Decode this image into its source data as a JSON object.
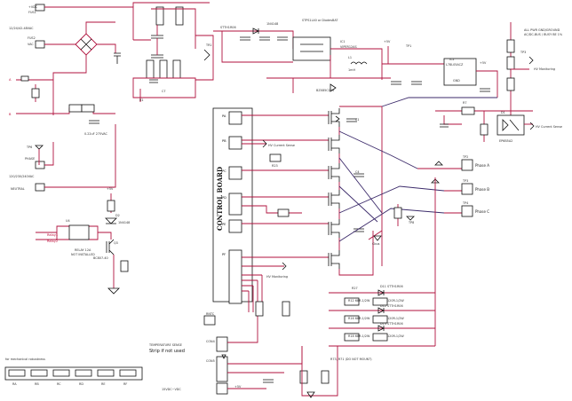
{
  "power_in": {
    "vdd_top": "+VDC",
    "fuse_top": "FUS1",
    "vac_label": "12/24/42-48VAC",
    "vac_fuse": "FUS2",
    "vac_node": "VAC",
    "vac_low_label": "120/230/240VAC",
    "neutral": "NEUTRAL",
    "phase": "PHASE",
    "tp": "TP6"
  },
  "rail_labels": [
    "+5V",
    "+5V",
    "+5V",
    "+5V"
  ],
  "regulators": {
    "ic1": "IC1",
    "ic1_part": "VIPER12AS",
    "ic2": "IC2",
    "ic2_part": "L78L05ACZ",
    "l1": "L1",
    "l1_val": "1mH",
    "tr1": "TR1",
    "gnd": "GND",
    "d_top": "1N4148",
    "vreg_notes": "STPS1L40 or DiodesBAT",
    "stth": "STTH1R06",
    "d_out": "BZX85C15V"
  },
  "control_board": {
    "title": "CONTROL BOARD",
    "pins": [
      "PA",
      "PB",
      "PC",
      "PD",
      "PE",
      "PF"
    ],
    "hv_sense": "HV Current Sense",
    "hv_monitor": "HV Monitoring"
  },
  "bridge": {
    "phase_a": "Phase A",
    "phase_b": "Phase B",
    "phase_c": "Phase C",
    "tp_a": "TP2",
    "tp_b": "TP3",
    "tp_c": "TP4",
    "c_label": "Cbus"
  },
  "right_side": {
    "note": "ALL PWR GND/GROUND",
    "note2": "AC/DC-BUS / BUSY BE 1%",
    "hv_monitoring": "HV Monitoring",
    "hv_current_sense": "HV Current Sense",
    "opto": "D1",
    "opto_part": "EP6B5A2"
  },
  "relay": {
    "relay_label": "RELAY 12A",
    "relay_note": "NOT INSTALLED",
    "transistor": "BC807-40",
    "diode": "1N4148",
    "d_label": "D2",
    "q_label": "Q3",
    "pin1": "Relay1",
    "pin2": "Relay2"
  },
  "gate_drivers": {
    "rows": [
      "R12  68R-1/2W",
      "R16  68R-1/2W",
      "R18  68R-1/2W"
    ],
    "diodes": [
      "D11 STTH1R06",
      "D12 STTH1R06",
      "D13 STTH1R06"
    ],
    "values": [
      "120R-1/2W",
      "120R-1/2W",
      "120R-1/2W"
    ]
  },
  "connectors": {
    "tsense": "TEMPERATURE SENSE",
    "tsense_note": "Strip if not used",
    "con4": "CON4",
    "con5": "CON5",
    "rntc": "RNTC",
    "supply": "15VDC~VDC",
    "misc": "R73, R71 (DO NOT MOUNT)"
  },
  "footnote": "for mechanical robustness",
  "footer_parts": [
    "RA",
    "RB",
    "RC",
    "RD",
    "RE",
    "RF"
  ]
}
